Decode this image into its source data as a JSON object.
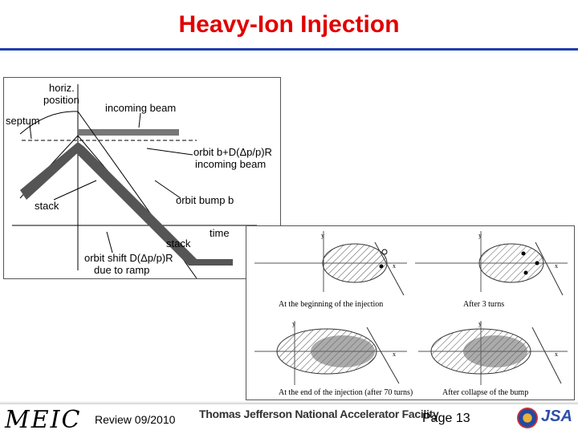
{
  "header": {
    "title": "Heavy-Ion Injection"
  },
  "figure_top": {
    "labels": {
      "horiz": "horiz.",
      "position": "position",
      "incoming_beam": "incoming  beam",
      "septum": "septum",
      "orbit_b_line1": "orbit  b+D(Δp/p)R",
      "orbit_b_line2": "incoming  beam",
      "stack_left": "stack",
      "orbit_bump": "orbit bump  b",
      "time": "time",
      "stack_right": "stack",
      "orbit_shift": "orbit  shift D(Δp/p)R",
      "due_to_ramp": "due  to  ramp"
    }
  },
  "figure_bottom": {
    "captions": [
      "At the beginning of the injection",
      "After 3 turns",
      "At the end of the injection (after 70 turns)",
      "After collapse of the bump"
    ],
    "axis_x": "x",
    "axis_y": "y"
  },
  "footer": {
    "logo": "MEIC",
    "review": "Review  09/2010",
    "lab": "Thomas Jefferson National Accelerator Facility",
    "page": "Page 13",
    "jsa": "JSA"
  }
}
